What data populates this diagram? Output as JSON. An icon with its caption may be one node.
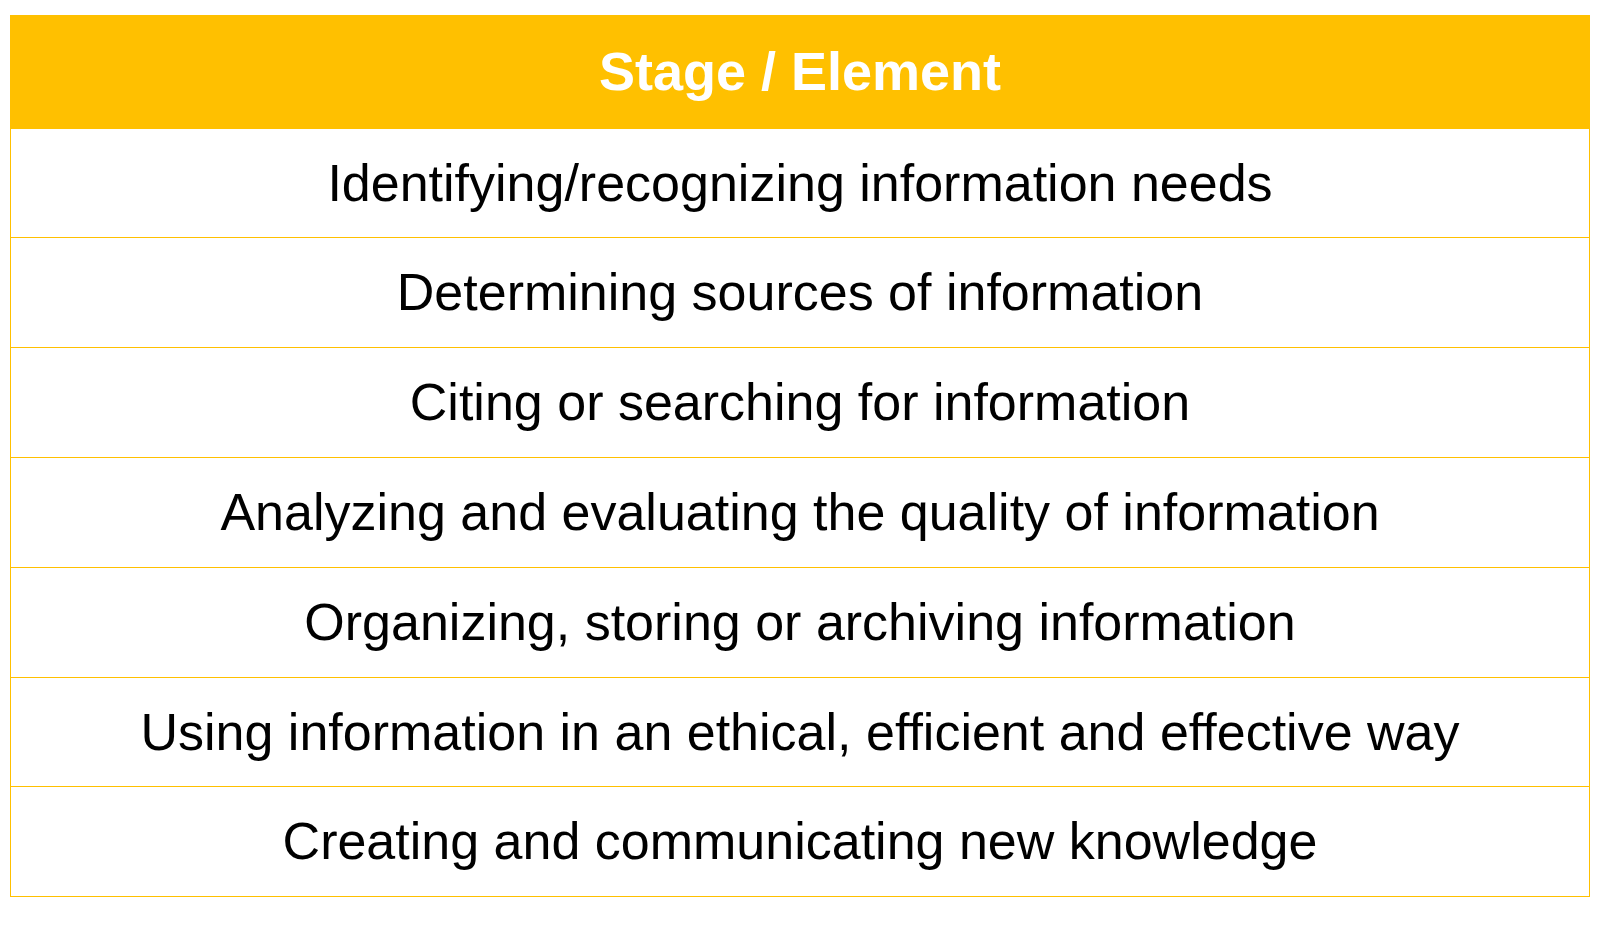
{
  "diagram": {
    "labels": [
      "Stage / Element",
      "Identifying/recognizing information needs",
      "Determining sources of information",
      "Citing or searching for information",
      "Analyzing and evaluating the quality of information",
      "Organizing, storing or archiving information",
      "Using information in an ethical, efficient and effective way",
      "Creating and communicating new knowledge"
    ]
  }
}
